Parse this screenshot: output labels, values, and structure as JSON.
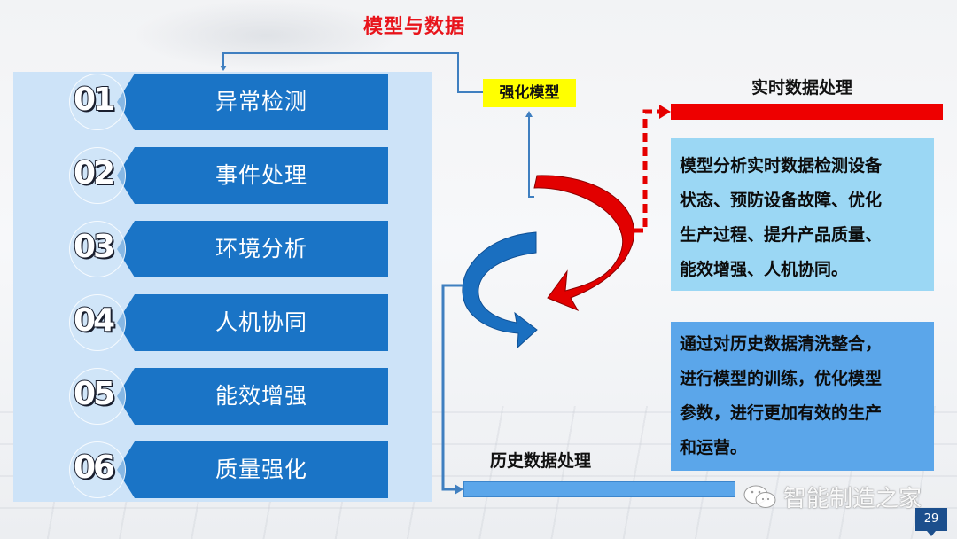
{
  "title": "模型与数据",
  "capabilities": [
    {
      "num": "01",
      "label": "异常检测"
    },
    {
      "num": "02",
      "label": "事件处理"
    },
    {
      "num": "03",
      "label": "环境分析"
    },
    {
      "num": "04",
      "label": "人机协同"
    },
    {
      "num": "05",
      "label": "能效增强"
    },
    {
      "num": "06",
      "label": "质量强化"
    }
  ],
  "strengthen_model_tag": "强化模型",
  "realtime": {
    "title": "实时数据处理",
    "lines": [
      "模型分析实时数据检测设备",
      "状态、预防设备故障、优化",
      "生产过程、提升产品质量、",
      "能效增强、人机协同。"
    ],
    "bar_color": "#ee0000",
    "box_color": "#9bd7f4"
  },
  "historical": {
    "title": "历史数据处理",
    "lines": [
      "通过对历史数据清洗整合，",
      "进行模型的训练，优化模型",
      "参数，进行更加有效的生产",
      "和运营。"
    ],
    "bar_color": "#5ba6ea",
    "box_color": "#5ba6ea"
  },
  "colors": {
    "title_red": "#e8141b",
    "item_blue": "#1a74c6",
    "panel_bg": "#cde3f8",
    "tag_yellow": "#ffff00",
    "cycle_red": "#e50000",
    "cycle_blue": "#1a6fc0"
  },
  "watermark": {
    "icon": "wechat-icon",
    "text": "智能制造之家"
  },
  "page_number": "29"
}
